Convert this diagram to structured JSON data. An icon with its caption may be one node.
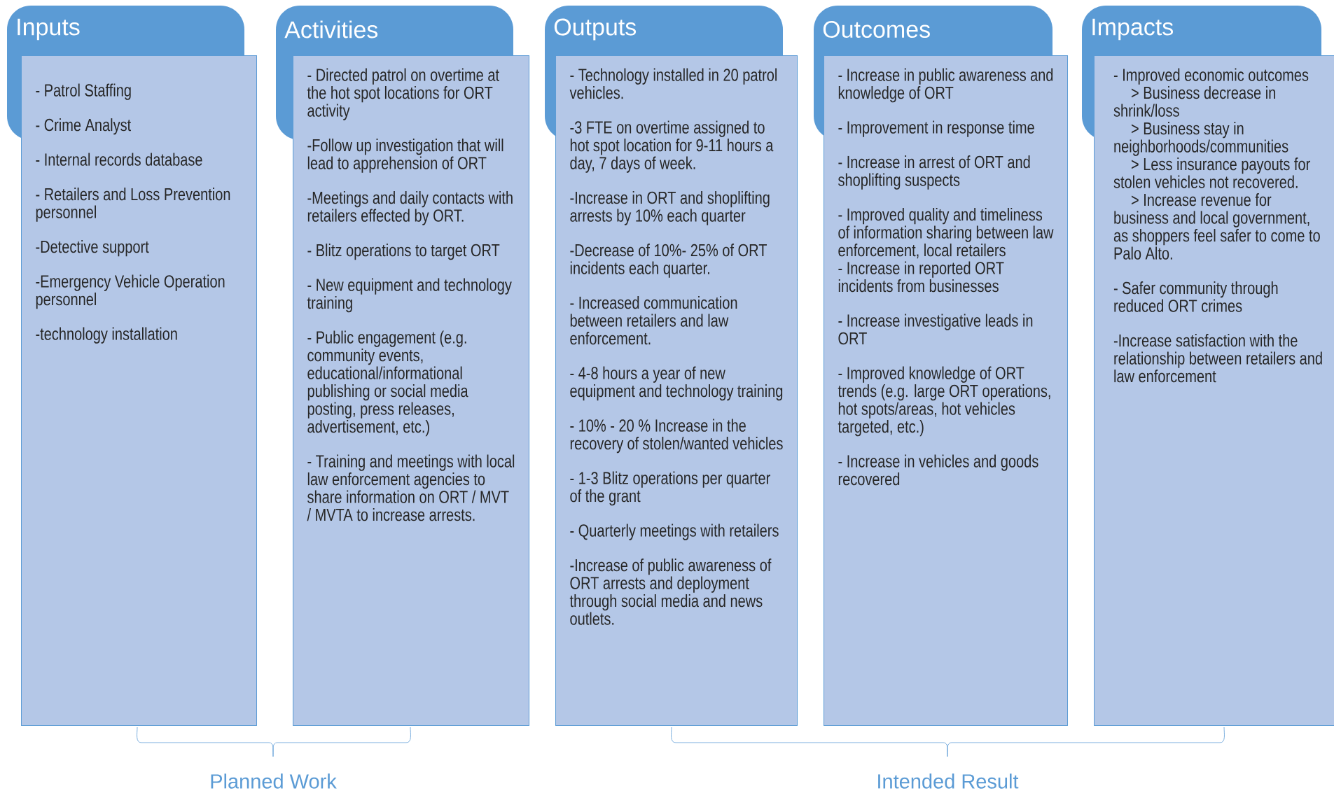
{
  "diagram": {
    "nodes": [
      {
        "text": [
          "Inputs",
          "- Patrol Staffing",
          "- Crime Analyst",
          "- Internal records database",
          "- Retailers and Loss Prevention personnel",
          "-Detective support",
          "-Emergency Vehicle Operation personnel",
          "-technology installation"
        ]
      },
      {
        "text": [
          "Activities",
          "- Directed patrol on overtime at the hot spot locations for ORT activity",
          "-Follow up investigation that will lead to apprehension of ORT",
          "-Meetings and daily contacts with retailers effected by ORT.",
          "- Blitz operations to target ORT",
          "- New equipment and technology training",
          "- Public engagement (e.g. community events, educational/informational publishing or social media posting, press releases, advertisement, etc.)",
          "- Training and meetings with local law enforcement agencies to share information on ORT / MVT / MVTA to increase arrests."
        ]
      },
      {
        "text": [
          "Outputs",
          "- Technology installed in 20 patrol vehicles.",
          "-3 FTE on overtime assigned to hot spot location for 9-11 hours a day, 7 days of week.",
          "-Increase in ORT and shoplifting arrests by 10% each quarter",
          "-Decrease of 10%- 25% of ORT incidents each quarter.",
          "- Increased communication between retailers and law enforcement.",
          "- 4-8 hours a year of new equipment and technology training",
          "- 10% - 20 % Increase in the recovery of stolen/wanted vehicles",
          "- 1-3 Blitz operations per quarter of the grant",
          "- Quarterly meetings with retailers",
          "-Increase of public awareness of ORT arrests and deployment through social media and news outlets."
        ]
      },
      {
        "text": [
          "Outcomes",
          "- Increase in public awareness and knowledge of ORT",
          "- Improvement in response time",
          "- Increase in arrest of ORT and shoplifting suspects",
          "- Improved quality and timeliness of information sharing between law enforcement, local retailers",
          "- Increase in reported ORT incidents from businesses",
          "- Increase investigative leads in ORT",
          "- Improved knowledge of ORT trends (e.g. large ORT operations, hot spots/areas, hot vehicles targeted, etc.)",
          "- Increase in vehicles and goods recovered"
        ]
      },
      {
        "text": [
          "Impacts",
          "- Improved economic outcomes",
          "> Business decrease in shrink/loss",
          "> Business stay in neighborhoods/communities",
          "> Less insurance payouts for stolen vehicles not recovered.",
          "> Increase revenue for business and local government, as shoppers feel safer to come to Palo Alto.",
          "- Safer community through reduced ORT crimes",
          "-Increase satisfaction with the relationship between retailers and law enforcement"
        ]
      }
    ],
    "labels": [
      "Planned Work",
      "Intended Result"
    ]
  }
}
